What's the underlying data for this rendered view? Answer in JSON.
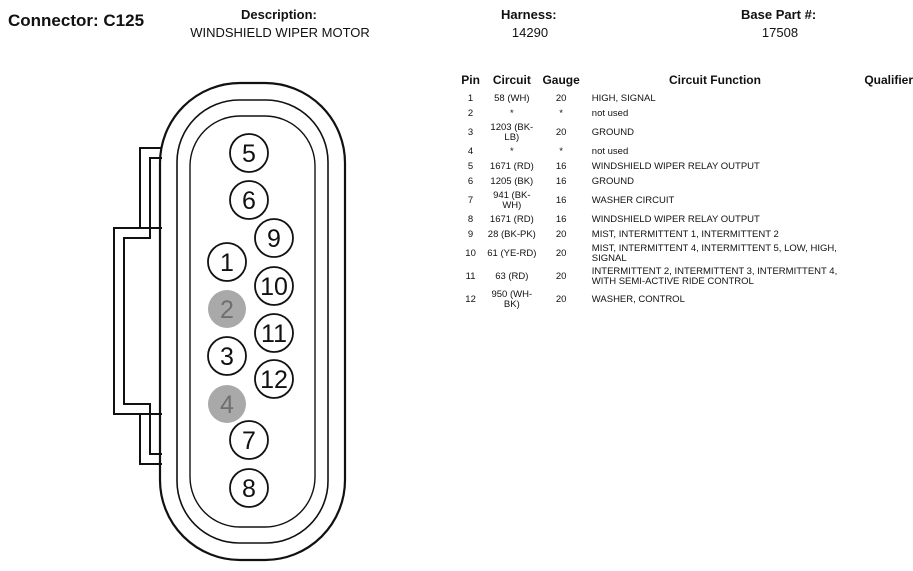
{
  "header": {
    "connector": "Connector: C125",
    "description_label": "Description:",
    "description_value": "WINDSHIELD WIPER MOTOR",
    "harness_label": "Harness:",
    "harness_value": "14290",
    "base_part_label": "Base Part #:",
    "base_part_value": "17508"
  },
  "table": {
    "columns": [
      "Pin",
      "Circuit",
      "Gauge",
      "Circuit Function",
      "Qualifier"
    ],
    "rows": [
      {
        "pin": "1",
        "circuit": "58 (WH)",
        "gauge": "20",
        "function": "HIGH, SIGNAL",
        "qualifier": ""
      },
      {
        "pin": "2",
        "circuit": "*",
        "gauge": "*",
        "function": "not used",
        "qualifier": ""
      },
      {
        "pin": "3",
        "circuit": "1203 (BK-LB)",
        "gauge": "20",
        "function": "GROUND",
        "qualifier": ""
      },
      {
        "pin": "4",
        "circuit": "*",
        "gauge": "*",
        "function": "not used",
        "qualifier": ""
      },
      {
        "pin": "5",
        "circuit": "1671 (RD)",
        "gauge": "16",
        "function": "WINDSHIELD WIPER RELAY OUTPUT",
        "qualifier": ""
      },
      {
        "pin": "6",
        "circuit": "1205 (BK)",
        "gauge": "16",
        "function": "GROUND",
        "qualifier": ""
      },
      {
        "pin": "7",
        "circuit": "941 (BK-WH)",
        "gauge": "16",
        "function": "WASHER CIRCUIT",
        "qualifier": ""
      },
      {
        "pin": "8",
        "circuit": "1671 (RD)",
        "gauge": "16",
        "function": "WINDSHIELD WIPER RELAY OUTPUT",
        "qualifier": ""
      },
      {
        "pin": "9",
        "circuit": "28 (BK-PK)",
        "gauge": "20",
        "function": "MIST, INTERMITTENT 1, INTERMITTENT 2",
        "qualifier": ""
      },
      {
        "pin": "10",
        "circuit": "61 (YE-RD)",
        "gauge": "20",
        "function": "MIST, INTERMITTENT 4, INTERMITTENT 5, LOW, HIGH, SIGNAL",
        "qualifier": ""
      },
      {
        "pin": "11",
        "circuit": "63 (RD)",
        "gauge": "20",
        "function": "INTERMITTENT 2, INTERMITTENT 3, INTERMITTENT 4, WITH SEMI-ACTIVE RIDE CONTROL",
        "qualifier": ""
      },
      {
        "pin": "12",
        "circuit": "950 (WH-BK)",
        "gauge": "20",
        "function": "WASHER, CONTROL",
        "qualifier": ""
      }
    ]
  },
  "diagram": {
    "pins": [
      {
        "label": "5",
        "unused": false
      },
      {
        "label": "6",
        "unused": false
      },
      {
        "label": "9",
        "unused": false
      },
      {
        "label": "1",
        "unused": false
      },
      {
        "label": "10",
        "unused": false
      },
      {
        "label": "2",
        "unused": true
      },
      {
        "label": "11",
        "unused": false
      },
      {
        "label": "3",
        "unused": false
      },
      {
        "label": "12",
        "unused": false
      },
      {
        "label": "4",
        "unused": true
      },
      {
        "label": "7",
        "unused": false
      },
      {
        "label": "8",
        "unused": false
      }
    ],
    "colors": {
      "outline": "#111111",
      "unused_fill": "#a9a9a9",
      "unused_text": "#6f6f6f"
    }
  }
}
